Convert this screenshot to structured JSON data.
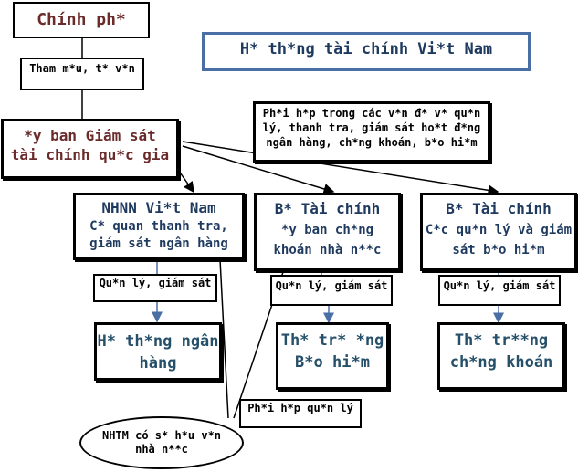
{
  "title": "H* th*ng tài chính Vi*t Nam",
  "nodes": {
    "government": "Chính ph*",
    "advice": "Tham m*u, t* v*n",
    "committee": "*y ban Giám sát tài chính qu*c gia",
    "coordination_note": "Ph*i h*p trong các v*n đ* v* qu*n lý, thanh tra, giám sát ho*t đ*ng ngân hàng, ch*ng khoán, b*o hi*m",
    "nhnn": "NHNN Vi*t Nam C* quan thanh tra, giám sát ngân hàng",
    "nhnn_title": "NHNN Vi*t Nam",
    "nhnn_sub": "C* quan thanh tra, giám sát ngân hàng",
    "mof_ssc_title": "B* Tài chính",
    "mof_ssc_sub": "*y ban ch*ng khoán nhà n**c",
    "mof_ins_title": "B* Tài chính",
    "mof_ins_sub": "C*c qu*n lý và giám sát b*o hi*m",
    "manage_1": "Qu*n lý, giám sát",
    "manage_2": "Qu*n lý, giám sát",
    "manage_3": "Qu*n lý, giám sát",
    "banking_system": "H* th*ng ngân hàng",
    "insurance_market": "Th* tr* *ng B*o hi*m",
    "securities_market": "Th* tr**ng ch*ng khoán",
    "coordination_mgmt": "Ph*i h*p qu*n lý",
    "state_owned_banks": "NHTM có s* h*u v*n nhà n**c"
  },
  "colors": {
    "maroon": "#6b2b2b",
    "navy": "#1f3a5f",
    "title_border": "#4a6fa5"
  }
}
